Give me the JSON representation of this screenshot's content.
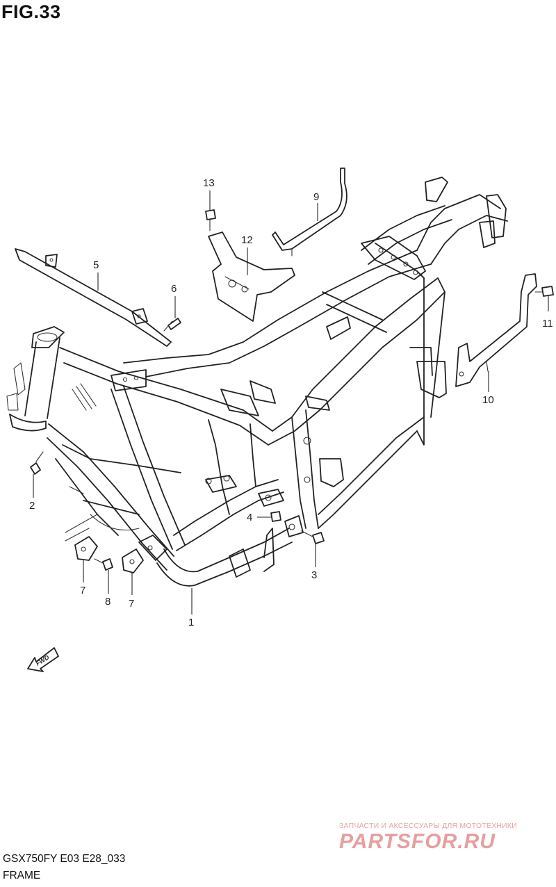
{
  "header": {
    "figure_title": "FIG.33"
  },
  "footer": {
    "model_code": "GSX750FY E03 E28_033",
    "section_name": "FRAME"
  },
  "watermark": {
    "tagline": "ЗАПЧАСТИ И АКСЕССУАРЫ ДЛЯ МОТОТЕХНИКИ",
    "brand": "PARTSFOR.RU"
  },
  "fwd_badge": {
    "text": "FWD"
  },
  "callouts": [
    {
      "id": "1",
      "label": "1"
    },
    {
      "id": "2",
      "label": "2"
    },
    {
      "id": "3",
      "label": "3"
    },
    {
      "id": "4",
      "label": "4"
    },
    {
      "id": "5",
      "label": "5"
    },
    {
      "id": "6",
      "label": "6"
    },
    {
      "id": "7a",
      "label": "7"
    },
    {
      "id": "7b",
      "label": "7"
    },
    {
      "id": "8",
      "label": "8"
    },
    {
      "id": "9",
      "label": "9"
    },
    {
      "id": "10",
      "label": "10"
    },
    {
      "id": "11",
      "label": "11"
    },
    {
      "id": "12",
      "label": "12"
    },
    {
      "id": "13",
      "label": "13"
    }
  ]
}
